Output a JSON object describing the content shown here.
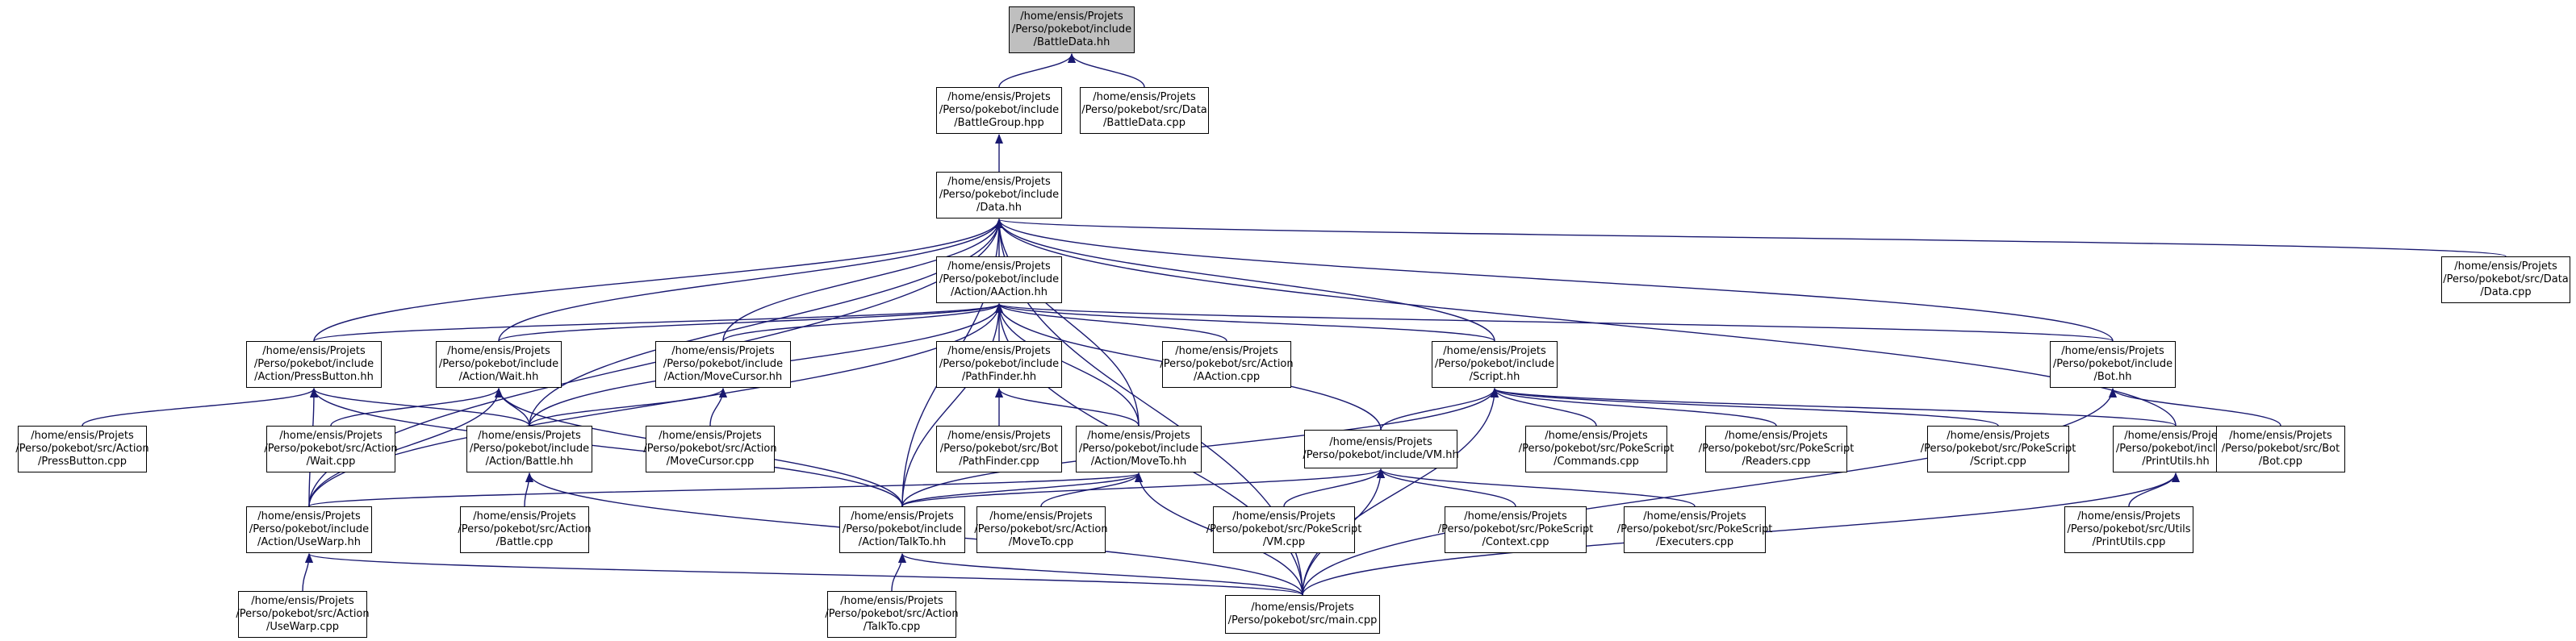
{
  "graph": {
    "nodes": [
      {
        "id": "battledata_hh",
        "label": "/home/ensis/Projets\n/Perso/pokebot/include\n/BattleData.hh",
        "root": true
      },
      {
        "id": "battlegroup_hpp",
        "label": "/home/ensis/Projets\n/Perso/pokebot/include\n/BattleGroup.hpp"
      },
      {
        "id": "battledata_cpp",
        "label": "/home/ensis/Projets\n/Perso/pokebot/src/Data\n/BattleData.cpp"
      },
      {
        "id": "data_hh",
        "label": "/home/ensis/Projets\n/Perso/pokebot/include\n/Data.hh"
      },
      {
        "id": "aaction_hh",
        "label": "/home/ensis/Projets\n/Perso/pokebot/include\n/Action/AAction.hh"
      },
      {
        "id": "data_cpp",
        "label": "/home/ensis/Projets\n/Perso/pokebot/src/Data\n/Data.cpp"
      },
      {
        "id": "pressbutton_hh",
        "label": "/home/ensis/Projets\n/Perso/pokebot/include\n/Action/PressButton.hh"
      },
      {
        "id": "wait_hh",
        "label": "/home/ensis/Projets\n/Perso/pokebot/include\n/Action/Wait.hh"
      },
      {
        "id": "movecursor_hh",
        "label": "/home/ensis/Projets\n/Perso/pokebot/include\n/Action/MoveCursor.hh"
      },
      {
        "id": "pathfinder_hh",
        "label": "/home/ensis/Projets\n/Perso/pokebot/include\n/PathFinder.hh"
      },
      {
        "id": "aaction_cpp",
        "label": "/home/ensis/Projets\n/Perso/pokebot/src/Action\n/AAction.cpp"
      },
      {
        "id": "script_hh",
        "label": "/home/ensis/Projets\n/Perso/pokebot/include\n/Script.hh"
      },
      {
        "id": "bot_hh",
        "label": "/home/ensis/Projets\n/Perso/pokebot/include\n/Bot.hh"
      },
      {
        "id": "pressbutton_cpp",
        "label": "/home/ensis/Projets\n/Perso/pokebot/src/Action\n/PressButton.cpp"
      },
      {
        "id": "wait_cpp",
        "label": "/home/ensis/Projets\n/Perso/pokebot/src/Action\n/Wait.cpp"
      },
      {
        "id": "battle_hh",
        "label": "/home/ensis/Projets\n/Perso/pokebot/include\n/Action/Battle.hh"
      },
      {
        "id": "movecursor_cpp",
        "label": "/home/ensis/Projets\n/Perso/pokebot/src/Action\n/MoveCursor.cpp"
      },
      {
        "id": "pathfinder_cpp",
        "label": "/home/ensis/Projets\n/Perso/pokebot/src/Bot\n/PathFinder.cpp"
      },
      {
        "id": "moveto_hh",
        "label": "/home/ensis/Projets\n/Perso/pokebot/include\n/Action/MoveTo.hh"
      },
      {
        "id": "vm_hh",
        "label": "/home/ensis/Projets\n/Perso/pokebot/include/VM.hh"
      },
      {
        "id": "commands_cpp",
        "label": "/home/ensis/Projets\n/Perso/pokebot/src/PokeScript\n/Commands.cpp"
      },
      {
        "id": "readers_cpp",
        "label": "/home/ensis/Projets\n/Perso/pokebot/src/PokeScript\n/Readers.cpp"
      },
      {
        "id": "script_cpp",
        "label": "/home/ensis/Projets\n/Perso/pokebot/src/PokeScript\n/Script.cpp"
      },
      {
        "id": "printutils_hh",
        "label": "/home/ensis/Projets\n/Perso/pokebot/include\n/PrintUtils.hh"
      },
      {
        "id": "bot_cpp",
        "label": "/home/ensis/Projets\n/Perso/pokebot/src/Bot\n/Bot.cpp"
      },
      {
        "id": "usewarp_hh",
        "label": "/home/ensis/Projets\n/Perso/pokebot/include\n/Action/UseWarp.hh"
      },
      {
        "id": "battle_cpp",
        "label": "/home/ensis/Projets\n/Perso/pokebot/src/Action\n/Battle.cpp"
      },
      {
        "id": "talkto_hh",
        "label": "/home/ensis/Projets\n/Perso/pokebot/include\n/Action/TalkTo.hh"
      },
      {
        "id": "moveto_cpp",
        "label": "/home/ensis/Projets\n/Perso/pokebot/src/Action\n/MoveTo.cpp"
      },
      {
        "id": "vm_cpp",
        "label": "/home/ensis/Projets\n/Perso/pokebot/src/PokeScript\n/VM.cpp"
      },
      {
        "id": "context_cpp",
        "label": "/home/ensis/Projets\n/Perso/pokebot/src/PokeScript\n/Context.cpp"
      },
      {
        "id": "executers_cpp",
        "label": "/home/ensis/Projets\n/Perso/pokebot/src/PokeScript\n/Executers.cpp"
      },
      {
        "id": "printutils_cpp",
        "label": "/home/ensis/Projets\n/Perso/pokebot/src/Utils\n/PrintUtils.cpp"
      },
      {
        "id": "usewarp_cpp",
        "label": "/home/ensis/Projets\n/Perso/pokebot/src/Action\n/UseWarp.cpp"
      },
      {
        "id": "talkto_cpp",
        "label": "/home/ensis/Projets\n/Perso/pokebot/src/Action\n/TalkTo.cpp"
      },
      {
        "id": "main_cpp",
        "label": "/home/ensis/Projets\n/Perso/pokebot/src/main.cpp"
      }
    ],
    "edges": [
      [
        "battledata_hh",
        "battlegroup_hpp"
      ],
      [
        "battledata_hh",
        "battledata_cpp"
      ],
      [
        "battlegroup_hpp",
        "data_hh"
      ],
      [
        "data_hh",
        "aaction_hh"
      ],
      [
        "data_hh",
        "pressbutton_hh"
      ],
      [
        "data_hh",
        "wait_hh"
      ],
      [
        "data_hh",
        "movecursor_hh"
      ],
      [
        "data_hh",
        "battle_hh"
      ],
      [
        "data_hh",
        "moveto_hh"
      ],
      [
        "data_hh",
        "usewarp_hh"
      ],
      [
        "data_hh",
        "talkto_hh"
      ],
      [
        "data_hh",
        "script_hh"
      ],
      [
        "data_hh",
        "bot_hh"
      ],
      [
        "data_hh",
        "printutils_hh"
      ],
      [
        "data_hh",
        "data_cpp"
      ],
      [
        "data_hh",
        "main_cpp"
      ],
      [
        "aaction_hh",
        "pressbutton_hh"
      ],
      [
        "aaction_hh",
        "wait_hh"
      ],
      [
        "aaction_hh",
        "movecursor_hh"
      ],
      [
        "aaction_hh",
        "pathfinder_hh"
      ],
      [
        "aaction_hh",
        "aaction_cpp"
      ],
      [
        "aaction_hh",
        "script_hh"
      ],
      [
        "aaction_hh",
        "bot_hh"
      ],
      [
        "aaction_hh",
        "battle_hh"
      ],
      [
        "aaction_hh",
        "moveto_hh"
      ],
      [
        "aaction_hh",
        "vm_hh"
      ],
      [
        "aaction_hh",
        "usewarp_hh"
      ],
      [
        "aaction_hh",
        "talkto_hh"
      ],
      [
        "aaction_hh",
        "main_cpp"
      ],
      [
        "pressbutton_hh",
        "pressbutton_cpp"
      ],
      [
        "pressbutton_hh",
        "usewarp_hh"
      ],
      [
        "pressbutton_hh",
        "battle_hh"
      ],
      [
        "pressbutton_hh",
        "talkto_hh"
      ],
      [
        "wait_hh",
        "wait_cpp"
      ],
      [
        "wait_hh",
        "battle_hh"
      ],
      [
        "wait_hh",
        "usewarp_hh"
      ],
      [
        "wait_hh",
        "talkto_hh"
      ],
      [
        "movecursor_hh",
        "movecursor_cpp"
      ],
      [
        "movecursor_hh",
        "battle_hh"
      ],
      [
        "pathfinder_hh",
        "pathfinder_cpp"
      ],
      [
        "pathfinder_hh",
        "moveto_hh"
      ],
      [
        "battle_hh",
        "battle_cpp"
      ],
      [
        "battle_hh",
        "main_cpp"
      ],
      [
        "moveto_hh",
        "moveto_cpp"
      ],
      [
        "moveto_hh",
        "usewarp_hh"
      ],
      [
        "moveto_hh",
        "talkto_hh"
      ],
      [
        "moveto_hh",
        "main_cpp"
      ],
      [
        "script_hh",
        "vm_hh"
      ],
      [
        "script_hh",
        "commands_cpp"
      ],
      [
        "script_hh",
        "readers_cpp"
      ],
      [
        "script_hh",
        "script_cpp"
      ],
      [
        "script_hh",
        "printutils_hh"
      ],
      [
        "script_hh",
        "talkto_hh"
      ],
      [
        "script_hh",
        "main_cpp"
      ],
      [
        "vm_hh",
        "vm_cpp"
      ],
      [
        "vm_hh",
        "context_cpp"
      ],
      [
        "vm_hh",
        "executers_cpp"
      ],
      [
        "vm_hh",
        "talkto_hh"
      ],
      [
        "vm_hh",
        "main_cpp"
      ],
      [
        "printutils_hh",
        "printutils_cpp"
      ],
      [
        "printutils_hh",
        "main_cpp"
      ],
      [
        "bot_hh",
        "bot_cpp"
      ],
      [
        "bot_hh",
        "main_cpp"
      ],
      [
        "usewarp_hh",
        "usewarp_cpp"
      ],
      [
        "usewarp_hh",
        "main_cpp"
      ],
      [
        "talkto_hh",
        "talkto_cpp"
      ],
      [
        "talkto_hh",
        "main_cpp"
      ]
    ],
    "colors": {
      "edge": "#191970",
      "node_border": "#000000",
      "node_fill": "#ffffff",
      "root_fill": "#bfbfbf"
    }
  }
}
